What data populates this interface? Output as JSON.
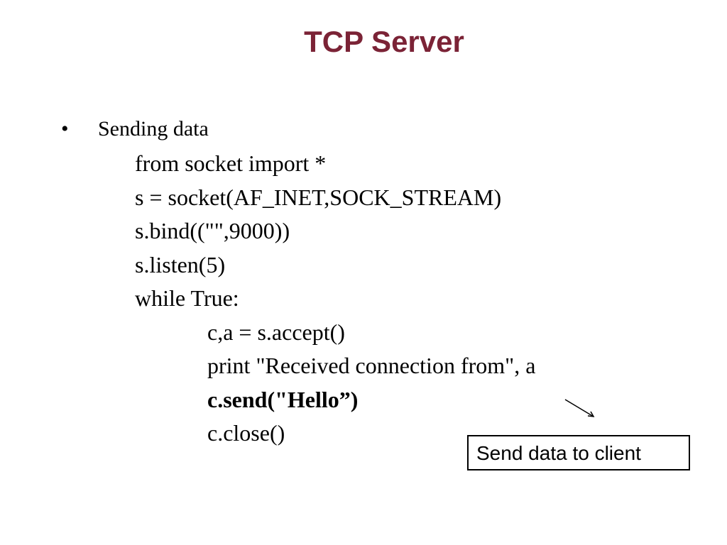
{
  "slide": {
    "title": "TCP Server",
    "bullet": {
      "marker": "•",
      "heading": "Sending data"
    },
    "code": [
      {
        "text": "from socket import *",
        "indent": 1,
        "bold": false
      },
      {
        "text": "s = socket(AF_INET,SOCK_STREAM)",
        "indent": 1,
        "bold": false
      },
      {
        "text": "s.bind((\"\",9000))",
        "indent": 1,
        "bold": false
      },
      {
        "text": "s.listen(5)",
        "indent": 1,
        "bold": false
      },
      {
        "text": "while True:",
        "indent": 1,
        "bold": false
      },
      {
        "text": "c,a = s.accept()",
        "indent": 2,
        "bold": false
      },
      {
        "text": "print \"Received connection from\", a",
        "indent": 2,
        "bold": false
      },
      {
        "text": "c.send(\"Hello”)",
        "indent": 2,
        "bold": true
      },
      {
        "text": "c.close()",
        "indent": 2,
        "bold": false
      }
    ],
    "callout": "Send data to client",
    "icons": {
      "arrow": "arrow-pointer-icon"
    }
  }
}
